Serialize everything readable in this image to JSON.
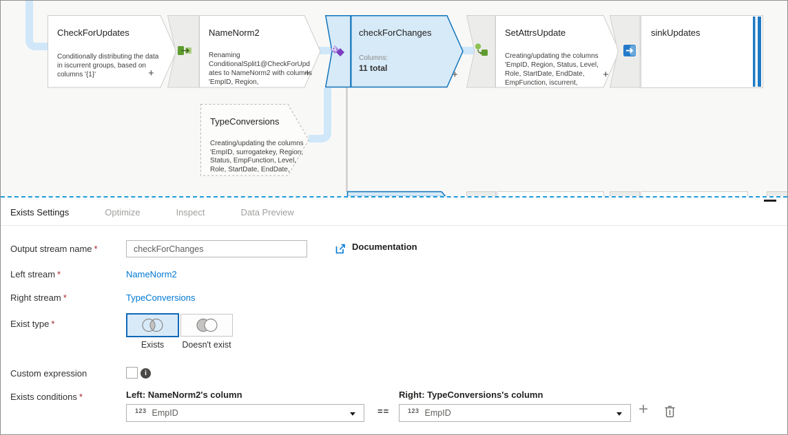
{
  "canvas": {
    "plus_label": "+",
    "nodes": {
      "checkForUpdates": {
        "title": "CheckForUpdates",
        "description": "Conditionally distributing the data in iscurrent groups, based on columns '{1}'"
      },
      "nameNorm2": {
        "title": "NameNorm2",
        "description": "Renaming ConditionalSplit1@CheckForUpdates to NameNorm2 with columns 'EmpID, Region,"
      },
      "checkForChanges": {
        "title": "checkForChanges",
        "columns_label": "Columns:",
        "columns_value": "11 total",
        "selected": true
      },
      "setAttrsUpdate": {
        "title": "SetAttrsUpdate",
        "description": "Creating/updating the columns 'EmpID, Region, Status, Level, Role, StartDate, EndDate, EmpFunction, iscurrent,"
      },
      "sinkUpdates": {
        "title": "sinkUpdates"
      },
      "typeConversions": {
        "title": "TypeConversions",
        "description": "Creating/updating the columns 'EmpID, surrogatekey, Region, Status, EmpFunction, Level, Role, StartDate, EndDate,"
      }
    },
    "icons": {
      "select": "select-transform-icon",
      "exists": "exists-transform-icon",
      "derived_column": "derived-column-icon",
      "sink": "sink-icon"
    }
  },
  "panel": {
    "tabs": [
      {
        "label": "Exists Settings",
        "active": true
      },
      {
        "label": "Optimize",
        "active": false
      },
      {
        "label": "Inspect",
        "active": false
      },
      {
        "label": "Data Preview",
        "active": false
      }
    ],
    "required_marker": "*",
    "documentation": {
      "label": "Documentation",
      "icon": "external-link-icon"
    },
    "fields": {
      "output_stream": {
        "label": "Output stream name",
        "value": "checkForChanges"
      },
      "left_stream": {
        "label": "Left stream",
        "value": "NameNorm2"
      },
      "right_stream": {
        "label": "Right stream",
        "value": "TypeConversions"
      },
      "exist_type": {
        "label": "Exist type",
        "options": [
          {
            "label": "Exists",
            "selected": true
          },
          {
            "label": "Doesn't exist",
            "selected": false
          }
        ]
      },
      "custom_expression": {
        "label": "Custom expression",
        "checked": false,
        "info_icon": "info-icon"
      },
      "exists_conditions": {
        "label": "Exists conditions",
        "left_header": "Left: NameNorm2's column",
        "right_header": "Right: TypeConversions's column",
        "type_badge": "123",
        "left_value": "EmpID",
        "operator": "==",
        "right_value": "EmpID"
      }
    }
  },
  "colors": {
    "accent": "#0078d4",
    "selected_node_fill": "#d7eaf8",
    "selected_node_border": "#1073ba",
    "connector": "#cfe7f8",
    "splitter_dashed": "#1b9bd8",
    "link": "#0078d4",
    "required_asterisk": "#a4262c",
    "icon_green": "#76b043",
    "icon_purple": "#7b3fc0",
    "icon_sink_blue": "#2379c9"
  }
}
